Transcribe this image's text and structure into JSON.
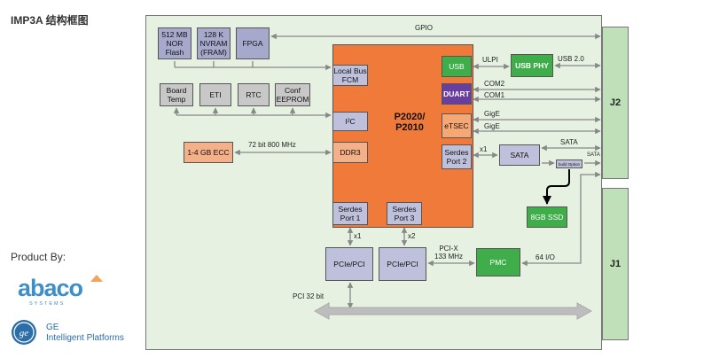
{
  "title": "IMP3A 结构框图",
  "product_by": "Product By:",
  "logos": {
    "abaco": "abaco",
    "abaco_sub": "SYSTEMS",
    "ge_line1": "GE",
    "ge_line2": "Intelligent Platforms"
  },
  "connectors": {
    "j2": "J2",
    "j1": "J1"
  },
  "blocks": {
    "nor": "512 MB\nNOR\nFlash",
    "nvram": "128 K\nNVRAM\n(FRAM)",
    "fpga": "FPGA",
    "board_temp": "Board\nTemp",
    "eti": "ETI",
    "rtc": "RTC",
    "conf": "Conf\nEEPROM",
    "ecc": "1-4 GB ECC",
    "cpu": "P2020/\nP2010",
    "local_bus": "Local Bus\nFCM",
    "i2c": "I²C",
    "ddr3": "DDR3",
    "serdes1": "Serdes\nPort 1",
    "serdes3": "Serdes\nPort 3",
    "usb": "USB",
    "duart": "DUART",
    "etsec": "eTSEC",
    "serdes2": "Serdes\nPort 2",
    "usb_phy": "USB PHY",
    "sata": "SATA",
    "build_option": "build Option",
    "ssd": "8GB SSD",
    "pcie1": "PCIe/PCI",
    "pcie2": "PCIe/PCI",
    "pmc": "PMC"
  },
  "labels": {
    "gpio": "GPIO",
    "ulpi": "ULPI",
    "usb20": "USB 2.0",
    "com2": "COM2",
    "com1": "COM1",
    "gige1": "GigE",
    "gige2": "GigE",
    "x1a": "x1",
    "sata": "SATA",
    "sata_small": "SATA",
    "ddr_bus": "72 bit 800 MHz",
    "x1b": "x1",
    "x2": "x2",
    "pcix": "PCI-X\n133 MHz",
    "io64": "64 I/O",
    "pci32": "PCI 32 bit"
  }
}
